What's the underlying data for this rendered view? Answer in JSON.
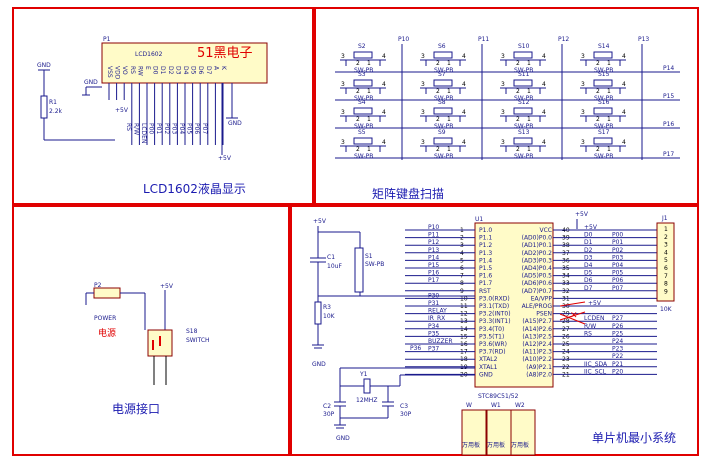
{
  "panels": {
    "lcd": "LCD1602液晶显示",
    "keypad": "矩阵键盘扫描",
    "power": "电源接口",
    "mcu": "单片机最小系统"
  },
  "lcd": {
    "ref": "P1",
    "name": "LCD1602",
    "brand": "51黑电子",
    "pins": [
      "VSS",
      "VDD",
      "VO",
      "RS",
      "RW",
      "E",
      "D0",
      "D1",
      "D2",
      "D3",
      "D4",
      "D5",
      "D6",
      "D7",
      "A",
      "K"
    ],
    "r1_ref": "R1",
    "r1_value": "2.2k",
    "gnd": "GND",
    "vcc": "+5V",
    "nets": [
      "RS",
      "R/W",
      "LCDEN",
      "P00",
      "P01",
      "P02",
      "P03",
      "P04",
      "P05",
      "P06",
      "P07"
    ]
  },
  "keypad": {
    "cols": [
      "P10",
      "P11",
      "P12",
      "P13"
    ],
    "rows": [
      "P14",
      "P15",
      "P16",
      "P17"
    ],
    "keys": [
      [
        "S2",
        "S6",
        "S10",
        "S14"
      ],
      [
        "S3",
        "S7",
        "S11",
        "S15"
      ],
      [
        "S4",
        "S8",
        "S12",
        "S16"
      ],
      [
        "S5",
        "S9",
        "S13",
        "S17"
      ]
    ],
    "key_type": "SW-PB"
  },
  "power": {
    "p2_ref": "P2",
    "p2_name": "POWER",
    "p2_label": "电源",
    "s18_ref": "S18",
    "s18_name": "SWITCH",
    "vcc": "+5V"
  },
  "mcu": {
    "u1_ref": "U1",
    "chip": "STC89C51/52",
    "left_pins": [
      {
        "num": "1",
        "name": "P1.0",
        "net": "P10"
      },
      {
        "num": "2",
        "name": "P1.1",
        "net": "P11"
      },
      {
        "num": "3",
        "name": "P1.2",
        "net": "P12"
      },
      {
        "num": "4",
        "name": "P1.3",
        "net": "P13"
      },
      {
        "num": "5",
        "name": "P1.4",
        "net": "P14"
      },
      {
        "num": "6",
        "name": "P1.5",
        "net": "P15"
      },
      {
        "num": "7",
        "name": "P1.6",
        "net": "P16"
      },
      {
        "num": "8",
        "name": "P1.7",
        "net": "P17"
      },
      {
        "num": "9",
        "name": "RST",
        "net": ""
      },
      {
        "num": "10",
        "name": "P3.0(RXD)",
        "net": "P30"
      },
      {
        "num": "11",
        "name": "P3.1(TXD)",
        "net": "P31"
      },
      {
        "num": "12",
        "name": "P3.2(INT0)",
        "net": "RELAY"
      },
      {
        "num": "13",
        "name": "P3.3(INT1)",
        "net": "IR_RX"
      },
      {
        "num": "14",
        "name": "P3.4(T0)",
        "net": "P34"
      },
      {
        "num": "15",
        "name": "P3.5(T1)",
        "net": "P35"
      },
      {
        "num": "16",
        "name": "P3.6(WR)",
        "net": "BUZZER"
      },
      {
        "num": "17",
        "name": "P3.7(RD)",
        "net": "P37"
      },
      {
        "num": "18",
        "name": "XTAL2",
        "net": ""
      },
      {
        "num": "19",
        "name": "XTAL1",
        "net": ""
      },
      {
        "num": "20",
        "name": "GND",
        "net": ""
      }
    ],
    "right_pins": [
      {
        "num": "40",
        "name": "VCC",
        "net": "+5V"
      },
      {
        "num": "39",
        "name": "(AD0)P0.0",
        "net": "D0",
        "net2": "P00"
      },
      {
        "num": "38",
        "name": "(AD1)P0.1",
        "net": "D1",
        "net2": "P01"
      },
      {
        "num": "37",
        "name": "(AD2)P0.2",
        "net": "D2",
        "net2": "P02"
      },
      {
        "num": "36",
        "name": "(AD3)P0.3",
        "net": "D3",
        "net2": "P03"
      },
      {
        "num": "35",
        "name": "(AD4)P0.4",
        "net": "D4",
        "net2": "P04"
      },
      {
        "num": "34",
        "name": "(AD5)P0.5",
        "net": "D5",
        "net2": "P05"
      },
      {
        "num": "33",
        "name": "(AD6)P0.6",
        "net": "D6",
        "net2": "P06"
      },
      {
        "num": "32",
        "name": "(AD7)P0.7",
        "net": "D7",
        "net2": "P07"
      },
      {
        "num": "31",
        "name": "EA/VPP",
        "net": ""
      },
      {
        "num": "30",
        "name": "ALE/PROG",
        "net": ""
      },
      {
        "num": "29",
        "name": "PSEN",
        "net": ""
      },
      {
        "num": "28",
        "name": "(A15)P2.7",
        "net": "LCDEN",
        "net2": "P27"
      },
      {
        "num": "27",
        "name": "(A14)P2.6",
        "net": "R/W",
        "net2": "P26"
      },
      {
        "num": "26",
        "name": "(A13)P2.5",
        "net": "RS",
        "net2": "P25"
      },
      {
        "num": "25",
        "name": "(A12)P2.4",
        "net": "",
        "net2": "P24"
      },
      {
        "num": "24",
        "name": "(A11)P2.3",
        "net": "",
        "net2": "P23"
      },
      {
        "num": "23",
        "name": "(A10)P2.2",
        "net": "",
        "net2": "P22"
      },
      {
        "num": "22",
        "name": "(A9)P2.1",
        "net": "IIC_SDA",
        "net2": "P21"
      },
      {
        "num": "21",
        "name": "(A8)P2.0",
        "net": "IIC_SCL",
        "net2": "P20"
      }
    ],
    "j1_ref": "J1",
    "j1_value": "10K",
    "j1_pins": [
      "1",
      "2",
      "3",
      "4",
      "5",
      "6",
      "7",
      "8",
      "9"
    ],
    "c1_ref": "C1",
    "c1_value": "10uF",
    "s1_ref": "S1",
    "s1_type": "SW-PB",
    "r3_ref": "R3",
    "r3_value": "10K",
    "y1_ref": "Y1",
    "y1_value": "12MHZ",
    "c2_ref": "C2",
    "c2_value": "30P",
    "c3_ref": "C3",
    "c3_value": "30P",
    "pots": [
      "W",
      "W1",
      "W2"
    ],
    "pot_label": "万用板",
    "vcc": "+5V",
    "gnd": "GND",
    "p36": "P36"
  }
}
